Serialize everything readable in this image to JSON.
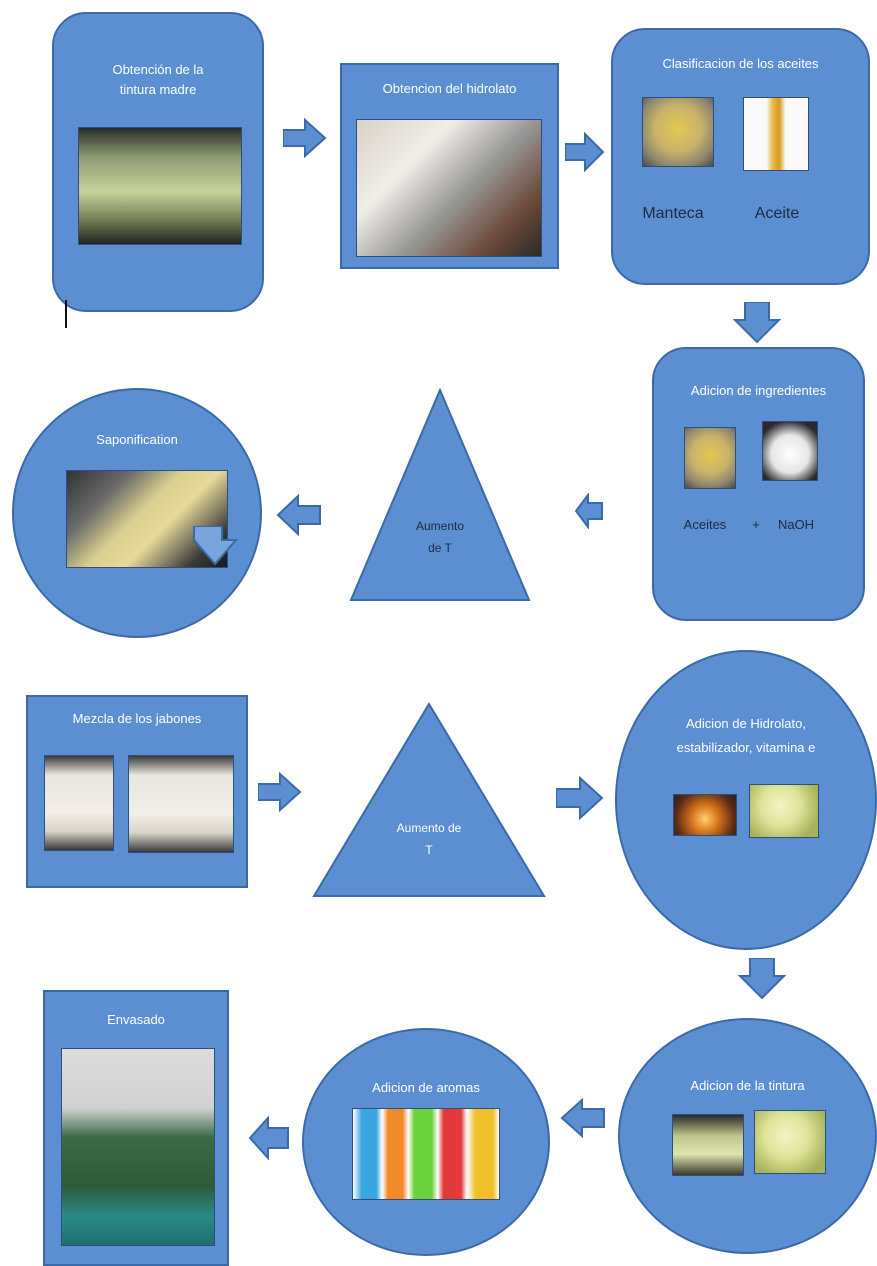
{
  "steps": {
    "tintura": {
      "title": "Obtención de la tintura madre"
    },
    "hidrolato": {
      "title": "Obtencion del hidrolato"
    },
    "clasificacion": {
      "title": "Clasificacion  de los aceites",
      "left_label": "Manteca",
      "right_label": "Aceite"
    },
    "adicion_ingredientes": {
      "title": "Adicion de ingredientes",
      "left_label": "Aceites",
      "plus": "+",
      "right_label": "NaOH"
    },
    "aumento_t1": {
      "line1": "Aumento",
      "line2": "de T"
    },
    "saponificacion": {
      "title": "Saponification"
    },
    "mezcla": {
      "title": "Mezcla de los jabones"
    },
    "aumento_t2": {
      "line1": "Aumento de",
      "line2": "T"
    },
    "adicion_hidrolato": {
      "line1": "Adicion de Hidrolato,",
      "line2": "estabilizador, vitamina e"
    },
    "adicion_tintura": {
      "title": "Adicion de la tintura"
    },
    "adicion_aromas": {
      "title": "Adicion de aromas"
    },
    "envasado": {
      "title": "Envasado"
    }
  },
  "colors": {
    "shape_fill": "#5b8fd2",
    "shape_border": "#3a6aa8",
    "arrow_fill": "#5b8fd2"
  }
}
